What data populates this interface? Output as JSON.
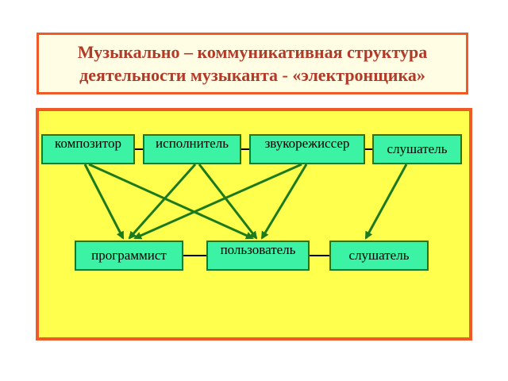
{
  "title": "Музыкально – коммуникативная структура\nдеятельности музыканта - «электронщика»",
  "colors": {
    "title_text": "#b23a29",
    "title_border": "#f05a28",
    "title_bg": "#fffde3",
    "panel_bg": "#ffff4d",
    "panel_border": "#f05a28",
    "node_fill": "#3cf2a5",
    "node_border": "#1c7a1c",
    "arrow": "#1c7a1c"
  },
  "nodes": {
    "composer": "композитор",
    "performer": "исполнитель",
    "sound_engineer": "звукорежиссер",
    "listener_top": "слушатель",
    "programmer": "программист",
    "user": "пользователь",
    "listener_bottom": "слушатель"
  },
  "arrows": [
    {
      "from": "composer",
      "to": "programmer"
    },
    {
      "from": "composer",
      "to": "user"
    },
    {
      "from": "performer",
      "to": "programmer"
    },
    {
      "from": "performer",
      "to": "user"
    },
    {
      "from": "sound_engineer",
      "to": "programmer"
    },
    {
      "from": "sound_engineer",
      "to": "user"
    },
    {
      "from": "listener_top",
      "to": "listener_bottom"
    }
  ],
  "links": [
    {
      "from": "composer",
      "to": "performer"
    },
    {
      "from": "performer",
      "to": "sound_engineer"
    },
    {
      "from": "sound_engineer",
      "to": "listener_top"
    },
    {
      "from": "programmer",
      "to": "user"
    },
    {
      "from": "user",
      "to": "listener_bottom"
    }
  ]
}
